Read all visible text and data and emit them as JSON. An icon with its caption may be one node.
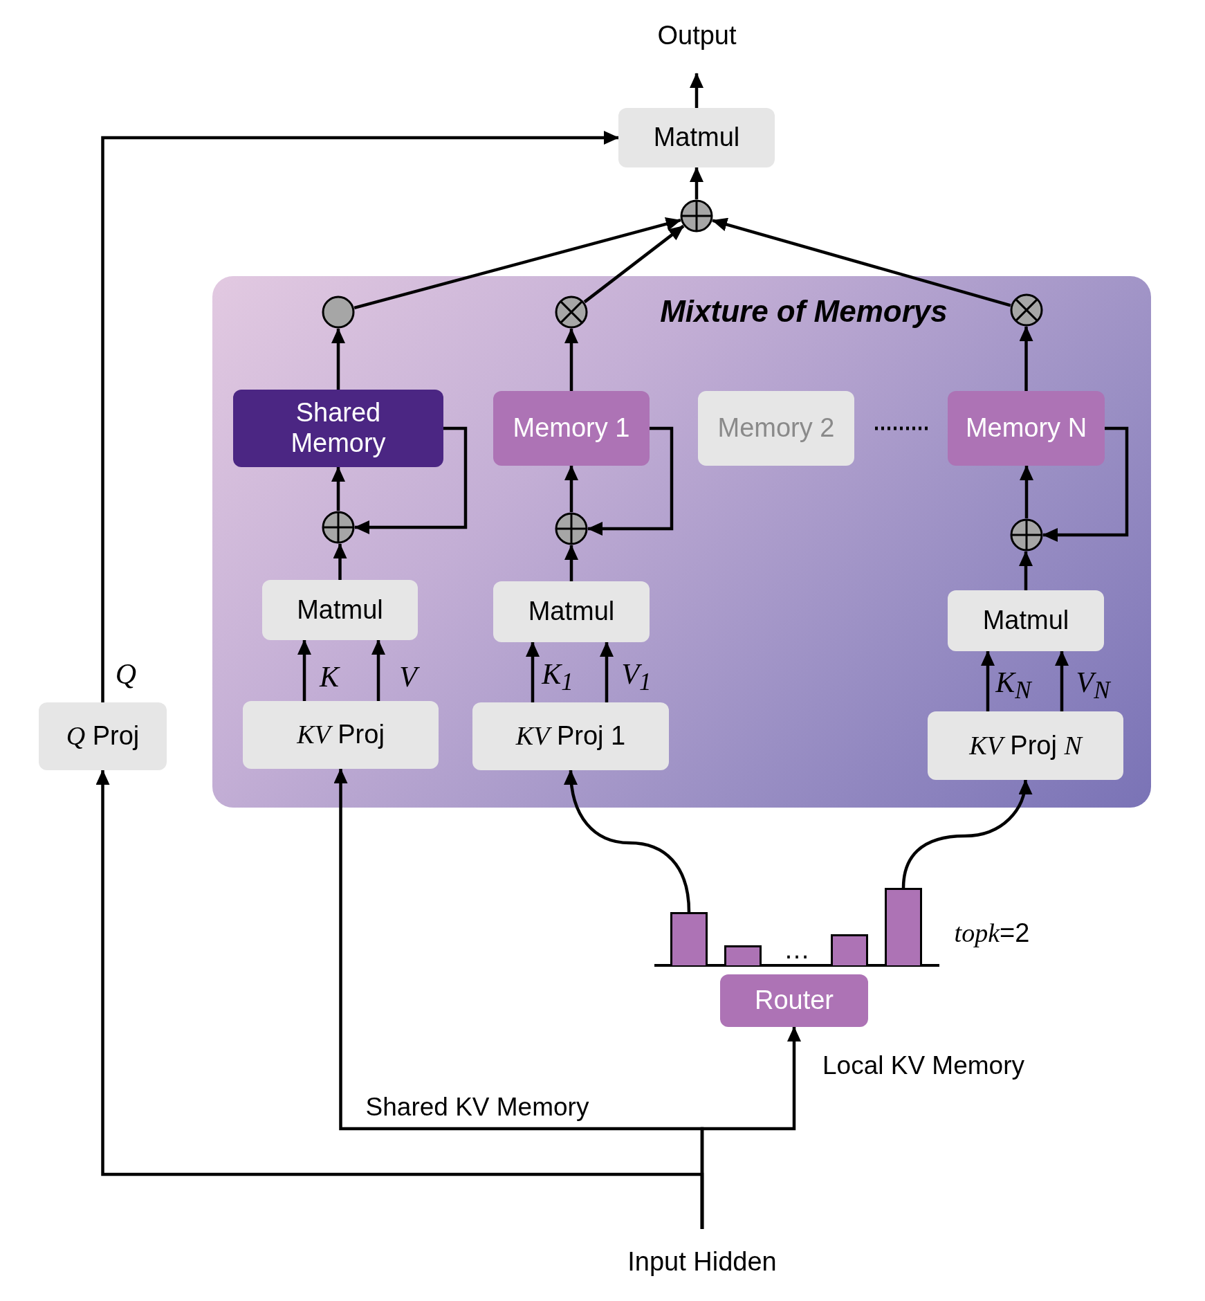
{
  "diagram": {
    "nodes": [
      {
        "text": [
          "Output"
        ]
      },
      {
        "text": [
          "Matmul"
        ]
      },
      {
        "text": [],
        "shape": "oplus"
      },
      {
        "text": [
          "Mixture of Memorys"
        ]
      },
      {
        "text": [],
        "shape": "circle",
        "in": 3
      },
      {
        "text": [],
        "shape": "otimes",
        "in": 3
      },
      {
        "text": [],
        "shape": "otimes",
        "in": 3
      },
      {
        "text": [
          "Shared Memory"
        ],
        "in": 3
      },
      {
        "text": [
          "Memory 1"
        ],
        "in": 3
      },
      {
        "text": [
          "Memory 2"
        ],
        "in": 3
      },
      {
        "text": [
          "Memory N"
        ],
        "in": 3
      },
      {
        "text": [],
        "shape": "oplus",
        "in": 3
      },
      {
        "text": [],
        "shape": "oplus",
        "in": 3
      },
      {
        "text": [],
        "shape": "oplus",
        "in": 3
      },
      {
        "text": [
          "Matmul"
        ],
        "in": 3
      },
      {
        "text": [
          "Matmul"
        ],
        "in": 3
      },
      {
        "text": [
          "Matmul"
        ],
        "in": 3
      },
      {
        "text": [
          "*KV* Proj"
        ],
        "in": 3
      },
      {
        "text": [
          "*KV* Proj 1"
        ],
        "in": 3
      },
      {
        "text": [
          "*KV* Proj *N*"
        ],
        "in": 3
      },
      {
        "text": [
          "*Q* Proj"
        ]
      },
      {
        "text": [
          "Router"
        ]
      },
      {
        "text": [
          "Input Hidden"
        ]
      },
      {
        "text": [],
        "shape": "bar"
      },
      {
        "text": [],
        "shape": "bar"
      },
      {
        "text": [],
        "shape": "bar"
      },
      {
        "text": [],
        "shape": "bar"
      }
    ],
    "edges": [
      {
        "from": 1,
        "to": 0,
        "arrow": "to"
      },
      {
        "from": 2,
        "to": 1,
        "arrow": "to"
      },
      {
        "from": 4,
        "to": 2,
        "arrow": "to"
      },
      {
        "from": 5,
        "to": 2,
        "arrow": "to"
      },
      {
        "from": 6,
        "to": 2,
        "arrow": "to"
      },
      {
        "from": 7,
        "to": 4,
        "arrow": "to"
      },
      {
        "from": 8,
        "to": 5,
        "arrow": "to"
      },
      {
        "from": 10,
        "to": 6,
        "arrow": "to"
      },
      {
        "from": 11,
        "to": 7,
        "arrow": "to"
      },
      {
        "from": 12,
        "to": 8,
        "arrow": "to"
      },
      {
        "from": 13,
        "to": 10,
        "arrow": "to"
      },
      {
        "from": 7,
        "to": 11,
        "arrow": "to"
      },
      {
        "from": 8,
        "to": 12,
        "arrow": "to"
      },
      {
        "from": 10,
        "to": 13,
        "arrow": "to"
      },
      {
        "from": 14,
        "to": 11,
        "arrow": "to"
      },
      {
        "from": 15,
        "to": 12,
        "arrow": "to"
      },
      {
        "from": 16,
        "to": 13,
        "arrow": "to"
      },
      {
        "from": 17,
        "to": 14,
        "arrow": "to",
        "label": "K"
      },
      {
        "from": 17,
        "to": 14,
        "arrow": "to",
        "label": "V"
      },
      {
        "from": 18,
        "to": 15,
        "arrow": "to",
        "label": "K$_{1}$"
      },
      {
        "from": 18,
        "to": 15,
        "arrow": "to",
        "label": "V$_{1}$"
      },
      {
        "from": 19,
        "to": 16,
        "arrow": "to",
        "label": "K$_{N}$"
      },
      {
        "from": 19,
        "to": 16,
        "arrow": "to",
        "label": "V$_{N}$"
      },
      {
        "from": 20,
        "to": 1,
        "arrow": "to",
        "label": "Q"
      },
      {
        "from": 22,
        "to": 20,
        "arrow": "to"
      },
      {
        "from": 22,
        "to": 17,
        "arrow": "to",
        "label": "Shared KV Memory"
      },
      {
        "from": 22,
        "to": 21,
        "arrow": "to",
        "label": "Local KV Memory"
      },
      {
        "from": 23,
        "to": 18,
        "arrow": "to"
      },
      {
        "from": 26,
        "to": 19,
        "arrow": "to"
      }
    ],
    "labels": [
      "…",
      "*topk*=2"
    ]
  }
}
